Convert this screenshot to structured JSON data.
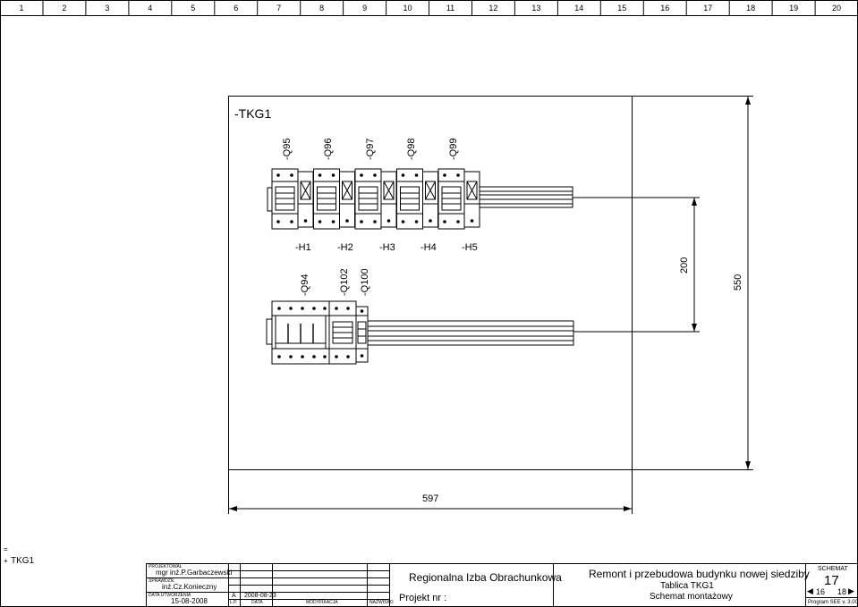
{
  "column_numbers": [
    "1",
    "2",
    "3",
    "4",
    "5",
    "6",
    "7",
    "8",
    "9",
    "10",
    "11",
    "12",
    "13",
    "14",
    "15",
    "16",
    "17",
    "18",
    "19",
    "20"
  ],
  "enclosure_label": "-TKG1",
  "top_row": {
    "breakers": [
      "-Q95",
      "-Q96",
      "-Q97",
      "-Q98",
      "-Q99"
    ],
    "lamps": [
      "-H1",
      "-H2",
      "-H3",
      "-H4",
      "-H5"
    ]
  },
  "bottom_row": {
    "devices": [
      "-Q94",
      "-Q102",
      "-Q100"
    ]
  },
  "dimensions": {
    "rail_spacing": "200",
    "height": "550",
    "width": "597"
  },
  "location": {
    "eq": "=",
    "plus": "+",
    "name": "TKG1"
  },
  "title_block": {
    "designed_label": "PROJEKTOWAŁ",
    "designed_name": "mgr inż.P.Garbaczewski",
    "checked_label": "SPRAWDZIŁ",
    "checked_name": "inż.Cz.Konieczny",
    "date_label": "DATA UTWORZENIA",
    "date_value": "15-08-2008",
    "rev_letter": "A",
    "rev_date": "2008-08-23",
    "rev_cols": [
      "L.P.",
      "DATA",
      "MODYFIKACJA",
      "NAZWISKO"
    ],
    "client": "Regionalna Izba Obrachunkowa",
    "project_nr": "Projekt nr :",
    "project_title": "Remont i przebudowa budynku nowej siedziby",
    "board_name": "Tablica TKG1",
    "drawing_type": "Schemat montażowy",
    "schemat_label": "SCHEMAT",
    "sheet_number": "17",
    "prev_sheet": "16",
    "next_sheet": "18",
    "program": "Program SEE v. 3.00"
  }
}
